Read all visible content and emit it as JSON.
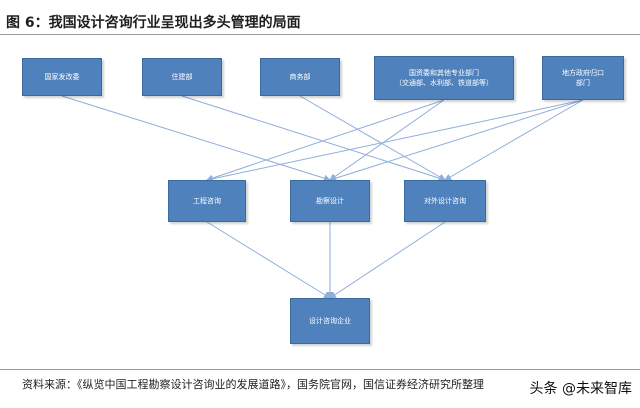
{
  "figure": {
    "title": "图 6：我国设计咨询行业呈现出多头管理的局面"
  },
  "nodes": {
    "ndrc": "国家发改委",
    "mohurd": "住建部",
    "mofcom": "商务部",
    "ministries_line1": "国资委和其他专业部门",
    "ministries_line2": "（交通部、水利部、铁道部等）",
    "local_line1": "地方政府归口",
    "local_line2": "部门",
    "engineering_consulting": "工程咨询",
    "survey_design": "勘察设计",
    "foreign_design_consulting": "对外设计咨询",
    "design_consulting_enterprise": "设计咨询企业"
  },
  "edges": [
    [
      "ndrc",
      "survey_design"
    ],
    [
      "mohurd",
      "foreign_design_consulting"
    ],
    [
      "mofcom",
      "foreign_design_consulting"
    ],
    [
      "ministries",
      "engineering_consulting"
    ],
    [
      "ministries",
      "survey_design"
    ],
    [
      "local",
      "engineering_consulting"
    ],
    [
      "local",
      "survey_design"
    ],
    [
      "local",
      "foreign_design_consulting"
    ],
    [
      "engineering_consulting",
      "design_consulting_enterprise"
    ],
    [
      "survey_design",
      "design_consulting_enterprise"
    ],
    [
      "foreign_design_consulting",
      "design_consulting_enterprise"
    ]
  ],
  "source_note": "资料来源：《纵览中国工程勘察设计咨询业的发展道路》，国务院官网，国信证券经济研究所整理",
  "watermark": "头条 @未来智库",
  "colors": {
    "node_fill": "#4f81bd",
    "edge": "#8eaedb"
  }
}
